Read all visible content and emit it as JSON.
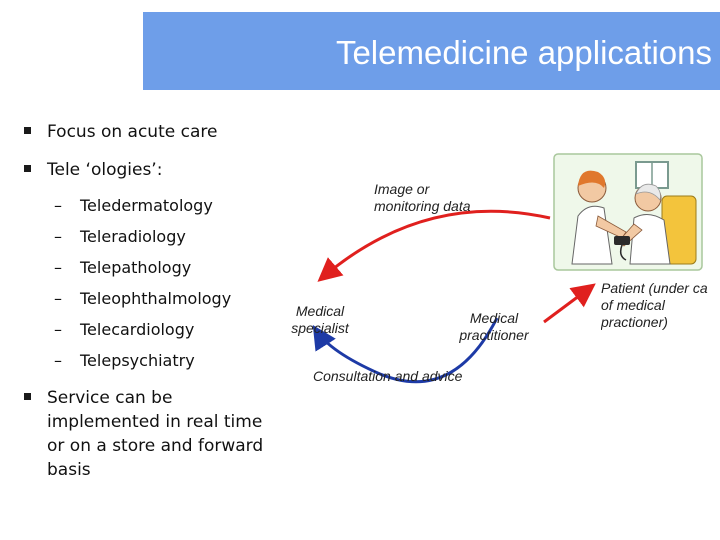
{
  "title": "Telemedicine applications",
  "bullets": {
    "focus": "Focus on acute care",
    "ologies": "Tele ‘ologies’:",
    "sub_dash": "–",
    "sub_items": [
      "Teledermatology",
      "Teleradiology",
      "Telepathology",
      "Teleophthalmology",
      "Telecardiology",
      "Telepsychiatry"
    ],
    "service": "Service can be implemented in real time or on a store and forward basis"
  },
  "diagram": {
    "image_label": "Image or\nmonitoring data",
    "specialist_label": "Medical\nspecialist",
    "practitioner_label": "Medical\npractitioner",
    "patient_label": "Patient (under ca\nof medical\npractioner)",
    "consultation_label": "Consultation and advice"
  },
  "colors": {
    "title_bar": "#6e9ee9",
    "arrow_red": "#e0201e",
    "arrow_blue": "#1d3aa6"
  },
  "illustration": "clipart of a nurse measuring a patient's blood pressure"
}
